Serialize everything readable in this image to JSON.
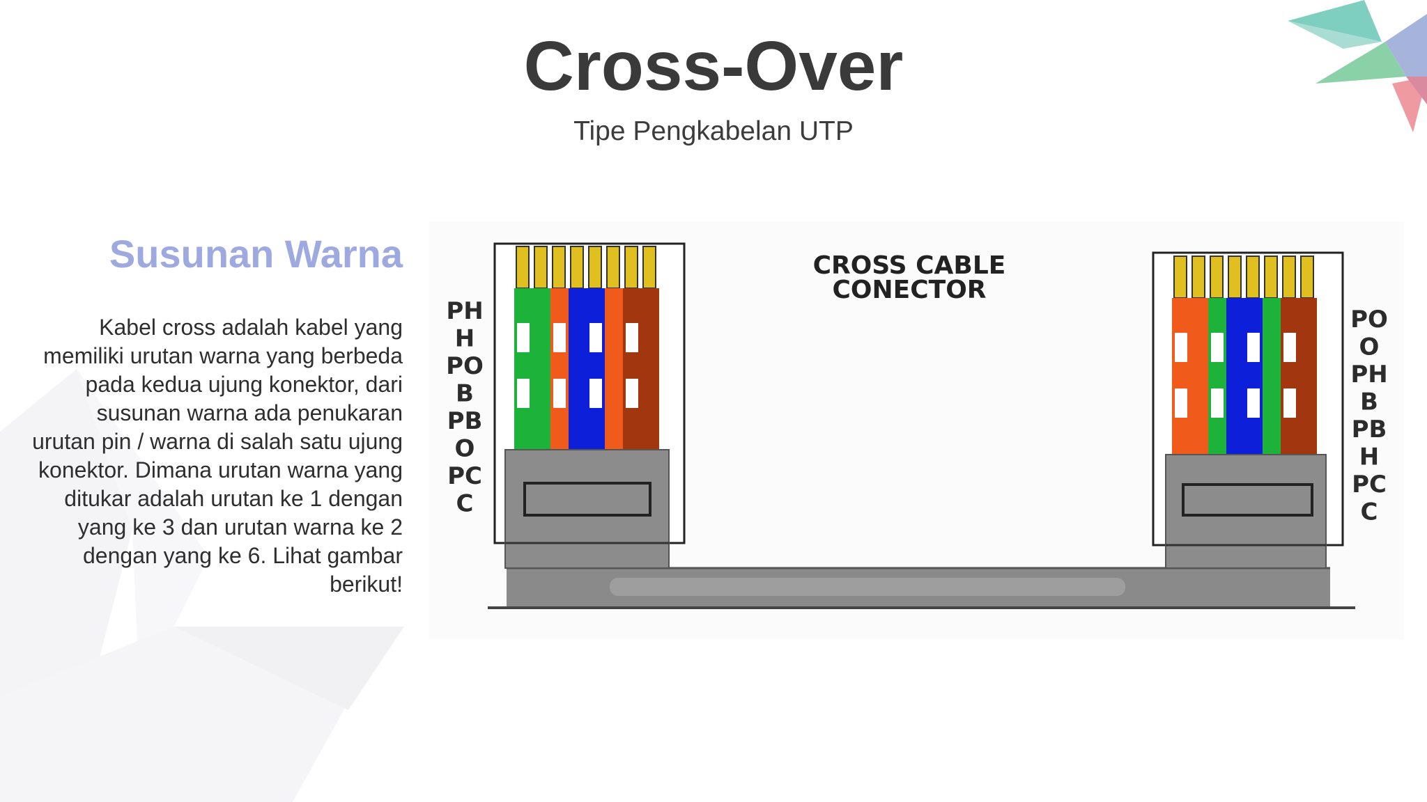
{
  "slide": {
    "title": "Cross-Over",
    "subtitle": "Tipe Pengkabelan UTP",
    "section_heading": "Susunan Warna",
    "body": "Kabel cross adalah kabel yang memiliki urutan warna yang berbeda pada kedua ujung konektor, dari susunan warna ada penukaran urutan pin  / warna di salah satu ujung konektor. Dimana urutan warna yang ditukar adalah urutan ke 1 dengan yang ke 3 dan urutan warna ke 2 dengan yang ke 6. Lihat gambar berikut!"
  },
  "diagram": {
    "title_line1": "CROSS CABLE",
    "title_line2": "CONECTOR",
    "left_pin_labels": [
      "PH",
      "H",
      "PO",
      "B",
      "PB",
      "O",
      "PC",
      "C"
    ],
    "right_pin_labels": [
      "PO",
      "O",
      "PH",
      "B",
      "PB",
      "H",
      "PC",
      "C"
    ]
  },
  "colors": {
    "title": "#3a3a3a",
    "heading_accent": "#9ea9e0",
    "wire_green": "#1db33a",
    "wire_orange": "#f05a1a",
    "wire_blue": "#0d1fd8",
    "wire_brown": "#a2360f",
    "connector_gray": "#8c8c8c"
  },
  "icons": {
    "corner_decoration": "geometric-leaf-logo"
  }
}
